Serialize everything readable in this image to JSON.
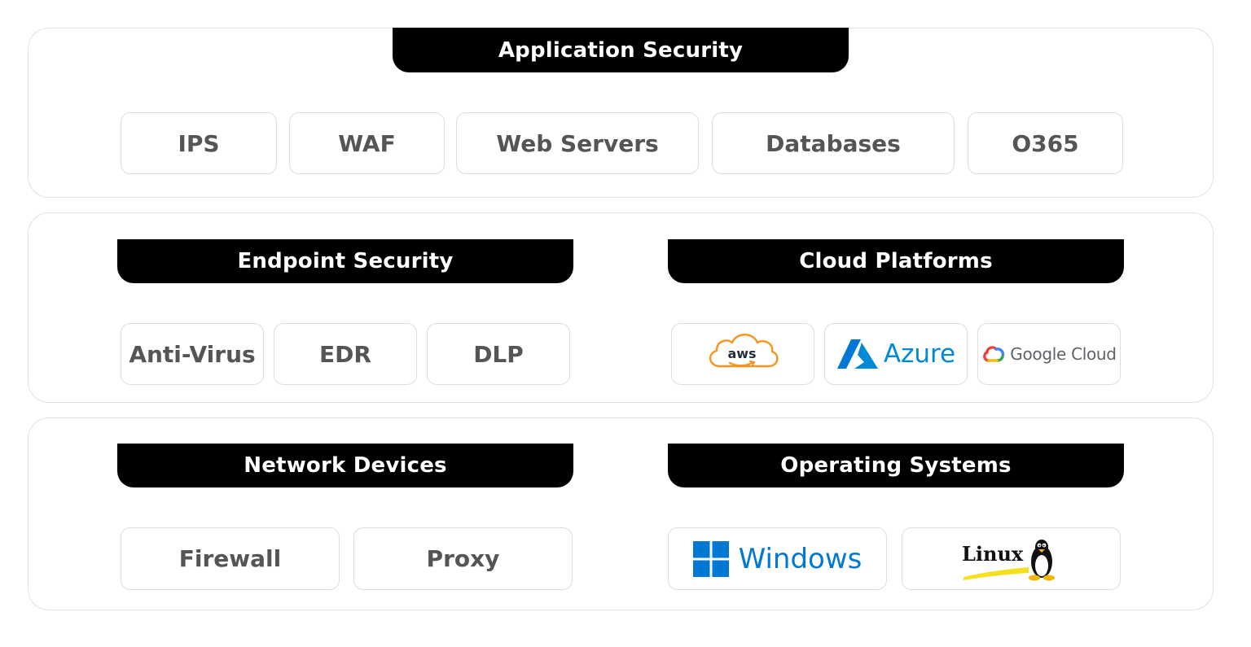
{
  "application_security": {
    "title": "Application Security",
    "items": [
      "IPS",
      "WAF",
      "Web Servers",
      "Databases",
      "O365"
    ]
  },
  "endpoint_security": {
    "title": "Endpoint Security",
    "items": [
      "Anti-Virus",
      "EDR",
      "DLP"
    ]
  },
  "cloud_platforms": {
    "title": "Cloud Platforms",
    "items": [
      {
        "logo": "aws-logo",
        "label": "aws"
      },
      {
        "logo": "azure-logo",
        "label": "Azure"
      },
      {
        "logo": "google-cloud-logo",
        "label": "Google Cloud"
      }
    ]
  },
  "network_devices": {
    "title": "Network Devices",
    "items": [
      "Firewall",
      "Proxy"
    ]
  },
  "operating_systems": {
    "title": "Operating Systems",
    "items": [
      {
        "logo": "windows-logo",
        "label": "Windows"
      },
      {
        "logo": "linux-logo",
        "label": "Linux"
      }
    ]
  },
  "colors": {
    "header_bg": "#000000",
    "header_text": "#ffffff",
    "chip_text": "#555555",
    "border": "#dedede",
    "aws_orange": "#f7941d",
    "azure_blue": "#0089d6",
    "windows_blue": "#0078d4"
  }
}
